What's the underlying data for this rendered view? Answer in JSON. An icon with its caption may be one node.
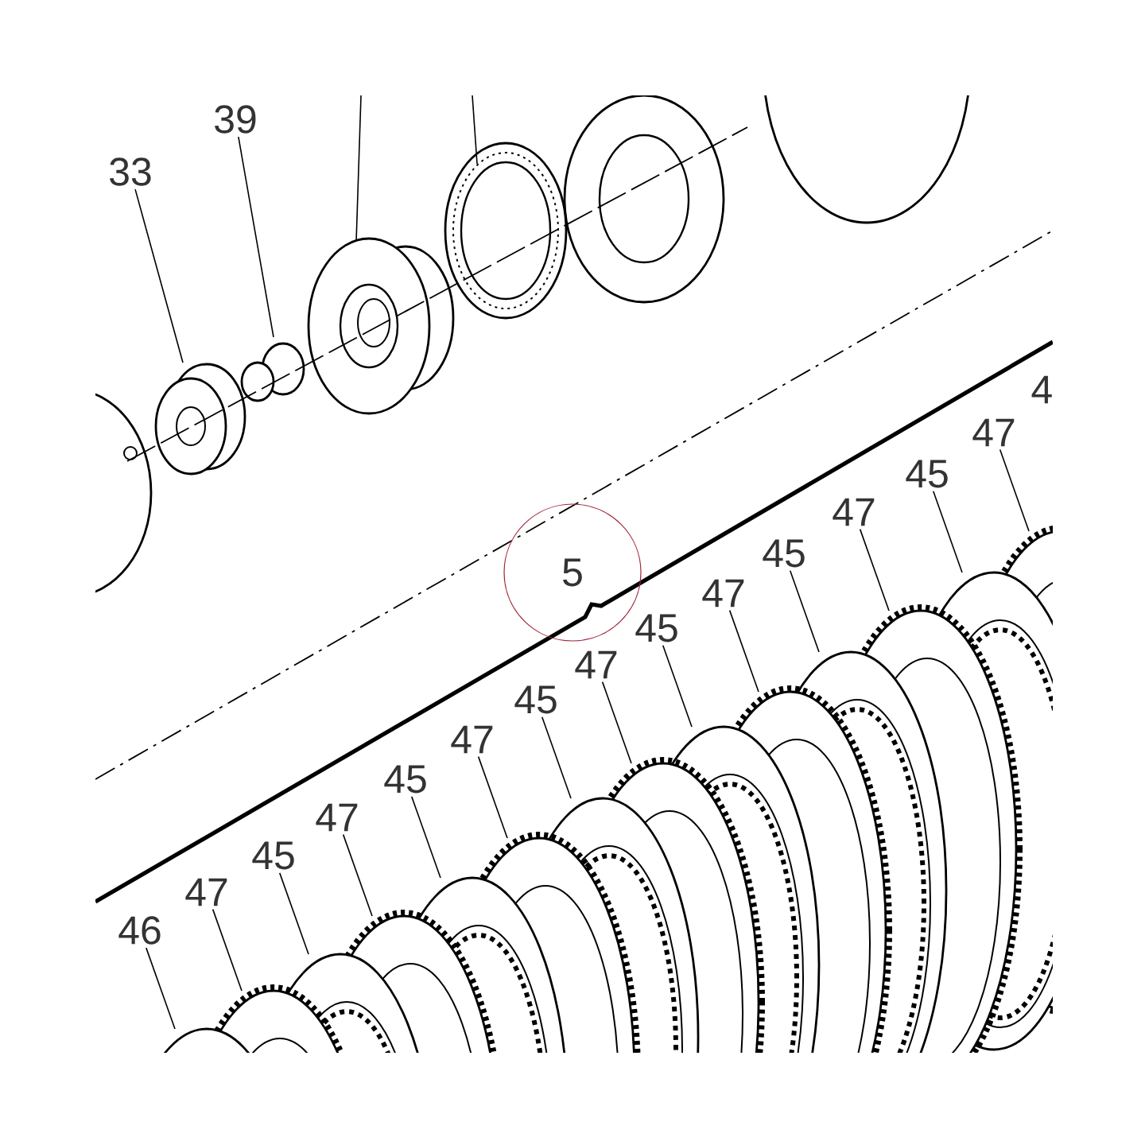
{
  "diagram": {
    "nodes": [
      {
        "text": [
          "33"
        ]
      },
      {
        "text": [
          "39"
        ]
      },
      {
        "text": [
          "5"
        ]
      },
      {
        "text": [
          "47"
        ]
      },
      {
        "text": [
          "45"
        ]
      },
      {
        "text": [
          "47"
        ]
      },
      {
        "text": [
          "45"
        ]
      },
      {
        "text": [
          "47"
        ]
      },
      {
        "text": [
          "45"
        ]
      },
      {
        "text": [
          "47"
        ]
      },
      {
        "text": [
          "45"
        ]
      },
      {
        "text": [
          "47"
        ]
      },
      {
        "text": [
          "45"
        ]
      },
      {
        "text": [
          "47"
        ]
      },
      {
        "text": [
          "45"
        ]
      },
      {
        "text": [
          "47"
        ]
      },
      {
        "text": [
          "46"
        ]
      }
    ],
    "edges": [
      {
        "from": 0,
        "to": null,
        "arrow": "none"
      },
      {
        "from": 1,
        "to": null,
        "arrow": "none"
      },
      {
        "from": 3,
        "to": null,
        "arrow": "none"
      },
      {
        "from": 4,
        "to": null,
        "arrow": "none"
      },
      {
        "from": 5,
        "to": null,
        "arrow": "none"
      },
      {
        "from": 6,
        "to": null,
        "arrow": "none"
      },
      {
        "from": 7,
        "to": null,
        "arrow": "none"
      },
      {
        "from": 8,
        "to": null,
        "arrow": "none"
      },
      {
        "from": 9,
        "to": null,
        "arrow": "none"
      },
      {
        "from": 10,
        "to": null,
        "arrow": "none"
      },
      {
        "from": 11,
        "to": null,
        "arrow": "none"
      },
      {
        "from": 12,
        "to": null,
        "arrow": "none"
      },
      {
        "from": 13,
        "to": null,
        "arrow": "none"
      },
      {
        "from": 14,
        "to": null,
        "arrow": "none"
      },
      {
        "from": 15,
        "to": null,
        "arrow": "none"
      },
      {
        "from": 16,
        "to": null,
        "arrow": "none"
      }
    ],
    "labels": [
      "4"
    ]
  }
}
